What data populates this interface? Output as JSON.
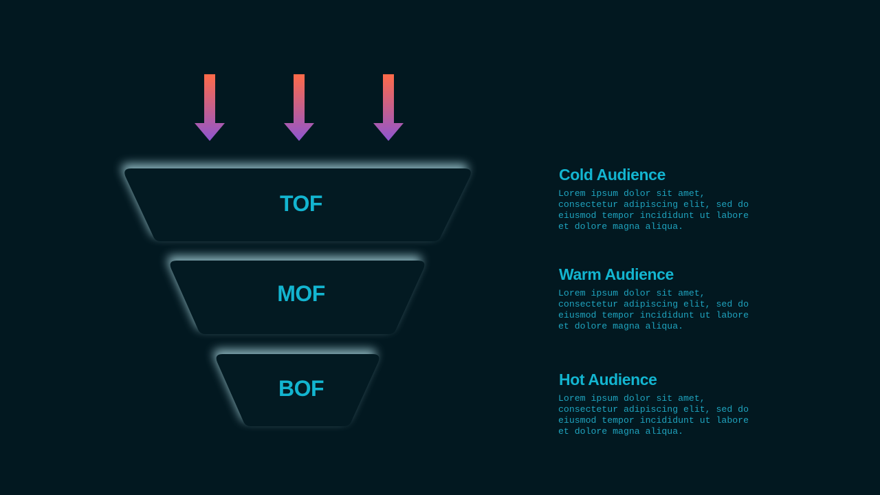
{
  "colors": {
    "background": "#021820",
    "accent": "#13B5D0",
    "body_text": "#1FA3BE",
    "shape_fill": "#031A22",
    "glow": "#9FC9D2",
    "arrow_top": "#FF6B48",
    "arrow_bottom": "#8E55D0"
  },
  "arrows": [
    {
      "name": "arrow-down-icon-1"
    },
    {
      "name": "arrow-down-icon-2"
    },
    {
      "name": "arrow-down-icon-3"
    }
  ],
  "stages": [
    {
      "label": "TOF",
      "title": "Cold Audience",
      "body": "Lorem ipsum dolor sit amet, consectetur adipiscing elit, sed do eiusmod tempor incididunt ut labore et dolore magna aliqua."
    },
    {
      "label": "MOF",
      "title": "Warm Audience",
      "body": "Lorem ipsum dolor sit amet, consectetur adipiscing elit, sed do eiusmod tempor incididunt ut labore et dolore magna aliqua."
    },
    {
      "label": "BOF",
      "title": "Hot Audience",
      "body": "Lorem ipsum dolor sit amet, consectetur adipiscing elit, sed do eiusmod tempor incididunt ut labore et dolore magna aliqua."
    }
  ]
}
